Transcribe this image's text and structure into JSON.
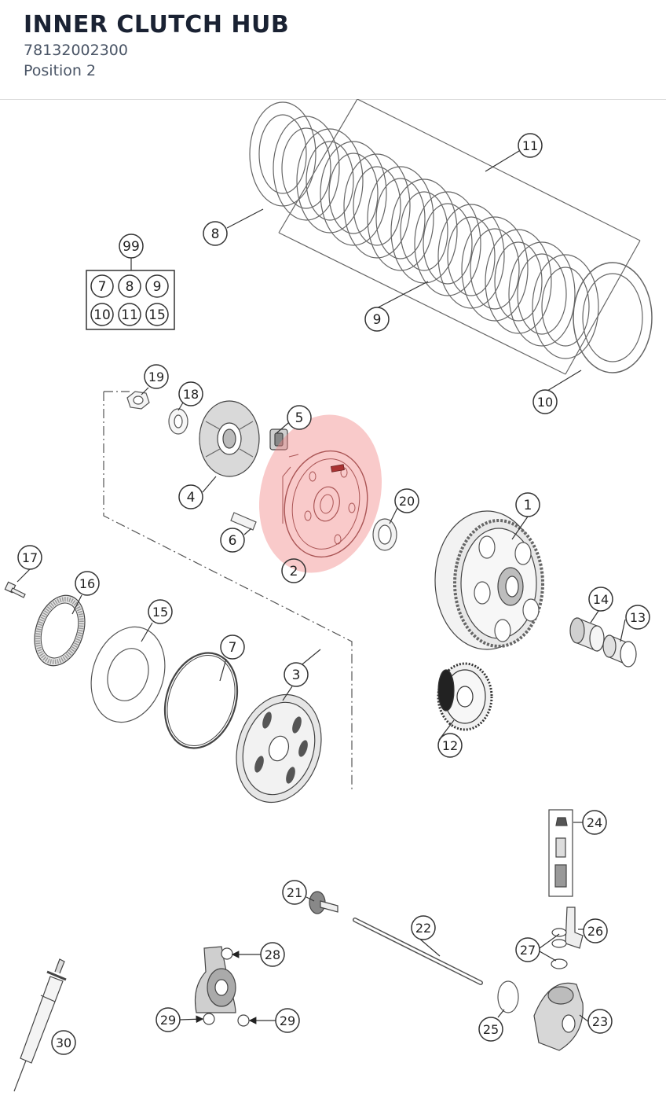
{
  "header": {
    "title": "INNER CLUTCH HUB",
    "part_number": "78132002300",
    "position": "Position 2"
  },
  "colors": {
    "highlight": "#f08080",
    "line": "#555555",
    "text": "#222222"
  },
  "diagram": {
    "selected": "2",
    "kit_box": {
      "label": "99",
      "contents": [
        "7",
        "8",
        "9",
        "10",
        "11",
        "15"
      ]
    },
    "callouts": [
      "1",
      "2",
      "3",
      "4",
      "5",
      "6",
      "7",
      "8",
      "9",
      "10",
      "11",
      "12",
      "13",
      "14",
      "15",
      "16",
      "17",
      "18",
      "19",
      "20",
      "21",
      "22",
      "23",
      "24",
      "25",
      "26",
      "27",
      "28",
      "29",
      "29",
      "30"
    ]
  }
}
